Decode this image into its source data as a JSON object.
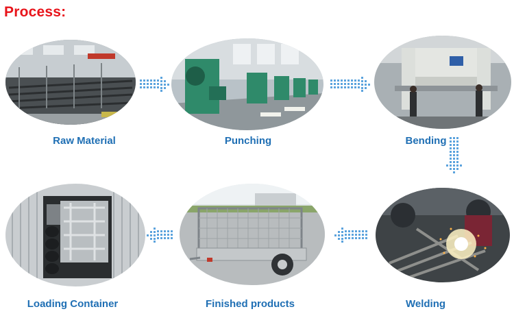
{
  "title": "Process:",
  "steps": [
    {
      "label": "Raw Material"
    },
    {
      "label": "Punching"
    },
    {
      "label": "Bending"
    },
    {
      "label": "Welding"
    },
    {
      "label": "Finished products"
    },
    {
      "label": "Loading Container"
    }
  ],
  "colors": {
    "title": "#e8141b",
    "label": "#1f6fb4",
    "arrow": "#5ba3dd"
  },
  "icons": [
    "dotted-arrow-right-icon",
    "dotted-arrow-down-icon",
    "dotted-arrow-left-icon"
  ]
}
